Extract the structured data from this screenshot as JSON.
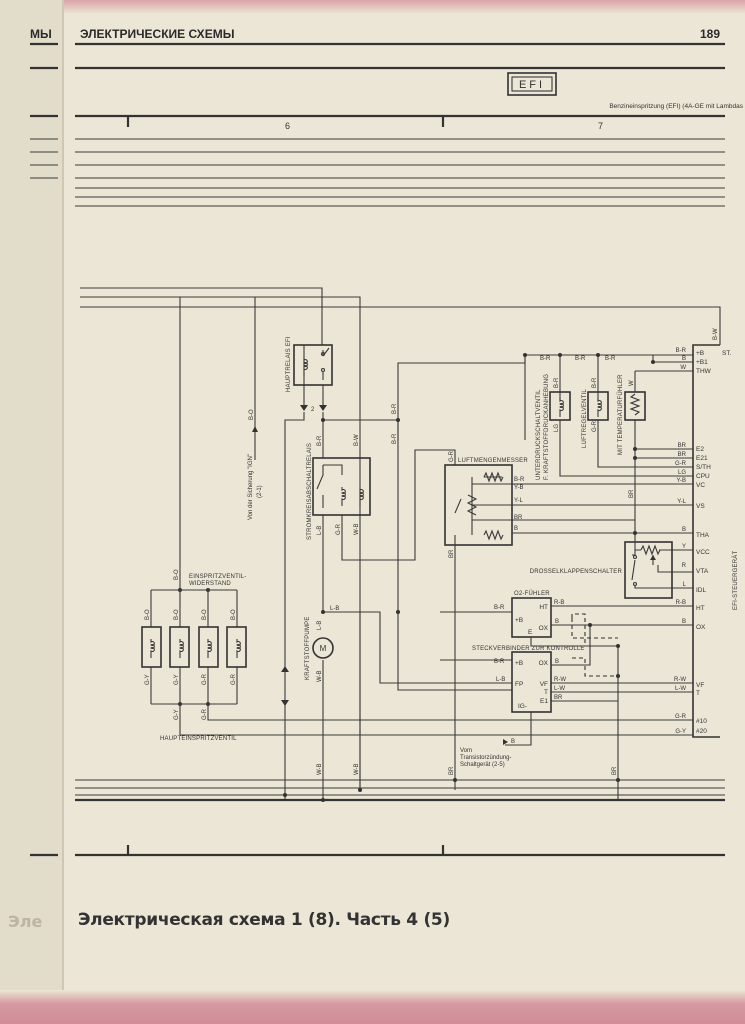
{
  "header": {
    "left_page_fragment": "МЫ",
    "title": "ЭЛЕКТРИЧЕСКИЕ СХЕМЫ",
    "page_number": "189"
  },
  "system": {
    "badge": "EFI",
    "subtitle": "Benzineinspritzung (EFI) (4A-GE mit Lambdas"
  },
  "grid_columns": [
    "6",
    "7"
  ],
  "components": {
    "hauptrelais": "HAUPTRELAIS EFI",
    "relay_terminal": "2",
    "stromkreis": "STROMKREISABSCHALTRELAIS",
    "luftmengen": "LUFTMENGENMESSER",
    "unterdruck_1": "UNTERDRUCKSCHALTVENTIL",
    "unterdruck_2": "F. KRAFTSTOFFDRUCKANHEBUNG",
    "luftregel": "LUFTREGELVENTIL",
    "temp": "MIT TEMPERATURFÜHLER",
    "drossel": "DROSSELKLAPPENSCHALTER",
    "o2": "O2-FÜHLER",
    "steck": "STECKVERBINDER ZUR KONTROLLE",
    "ecu": "EFI-STEUERGERÄT",
    "einspritz_1": "EINSPRITZVENTIL-",
    "einspritz_2": "WIDERSTAND",
    "haupteinspritz": "HAUPTEINSPRITZVENTIL",
    "pumpe": "KRAFTSTOFFPUMPE",
    "motor": "M",
    "ign_1": "Von der Sicherung \"IGN\"",
    "ign_2": "(2-1)",
    "transistor_1": "Vom",
    "transistor_2": "Transistorzündung-",
    "transistor_3": "Schaltgerät (2-5)"
  },
  "ecu_pins": [
    "ST.",
    "+B",
    "+B1",
    "THW",
    "E2",
    "E21",
    "S/TH",
    "CPU",
    "VC",
    "VS",
    "THA",
    "VCC",
    "VTA",
    "IDL",
    "HT",
    "OX",
    "VF",
    "T",
    "#10",
    "#20"
  ],
  "ecu_wires": [
    "B-W",
    "B-R",
    "B",
    "W",
    "BR",
    "BR",
    "G-R",
    "LG",
    "Y-B",
    "Y-L",
    "B",
    "Y",
    "R",
    "L",
    "R-B",
    "B",
    "R-W",
    "L-W",
    "G-R",
    "G-Y"
  ],
  "o2_pins": [
    "HT",
    "+B",
    "OX",
    "E"
  ],
  "steck_pins": [
    "+B",
    "OX",
    "FP",
    "VF",
    "T",
    "E1",
    "IG-"
  ],
  "wire_labels": {
    "bo": "B-O",
    "gy": "G-Y",
    "gr": "G-R",
    "br": "B-R",
    "bw": "B-W",
    "lb": "L-B",
    "wb": "W-B",
    "brown": "BR",
    "b": "B",
    "w": "W",
    "lg": "LG",
    "yb": "Y-B",
    "yl": "Y-L",
    "rb": "R-B",
    "rw": "R-W",
    "lw": "L-W"
  },
  "caption": "Электрическая схема 1 (8). Часть 4 (5)",
  "left_caption_fragment": "Эле"
}
